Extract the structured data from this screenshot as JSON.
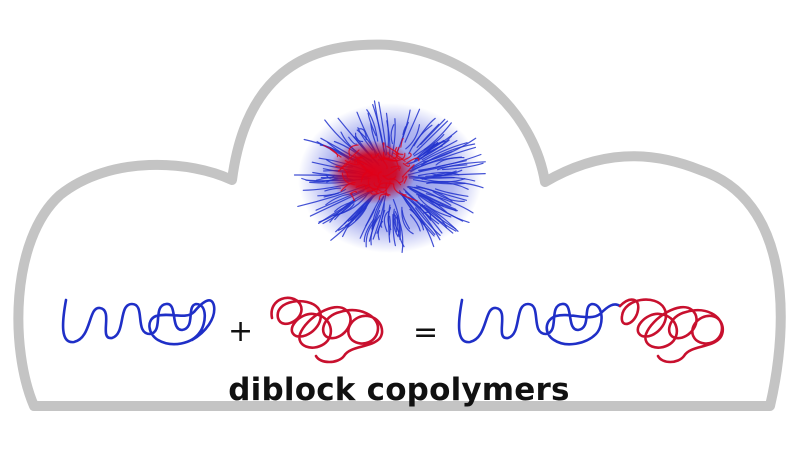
{
  "diagram": {
    "operators": {
      "plus": "+",
      "equals": "="
    },
    "caption": "diblock copolymers",
    "colors": {
      "background": "#ffffff",
      "cloud_outline": "#c4c4c4",
      "block_a": "#1f2fc7",
      "block_b": "#c8102e",
      "text": "#111111"
    },
    "elements": [
      "cloud-outline",
      "micelle-aggregate",
      "blue-polymer-chain",
      "red-polymer-chain",
      "diblock-copolymer-chain"
    ]
  }
}
